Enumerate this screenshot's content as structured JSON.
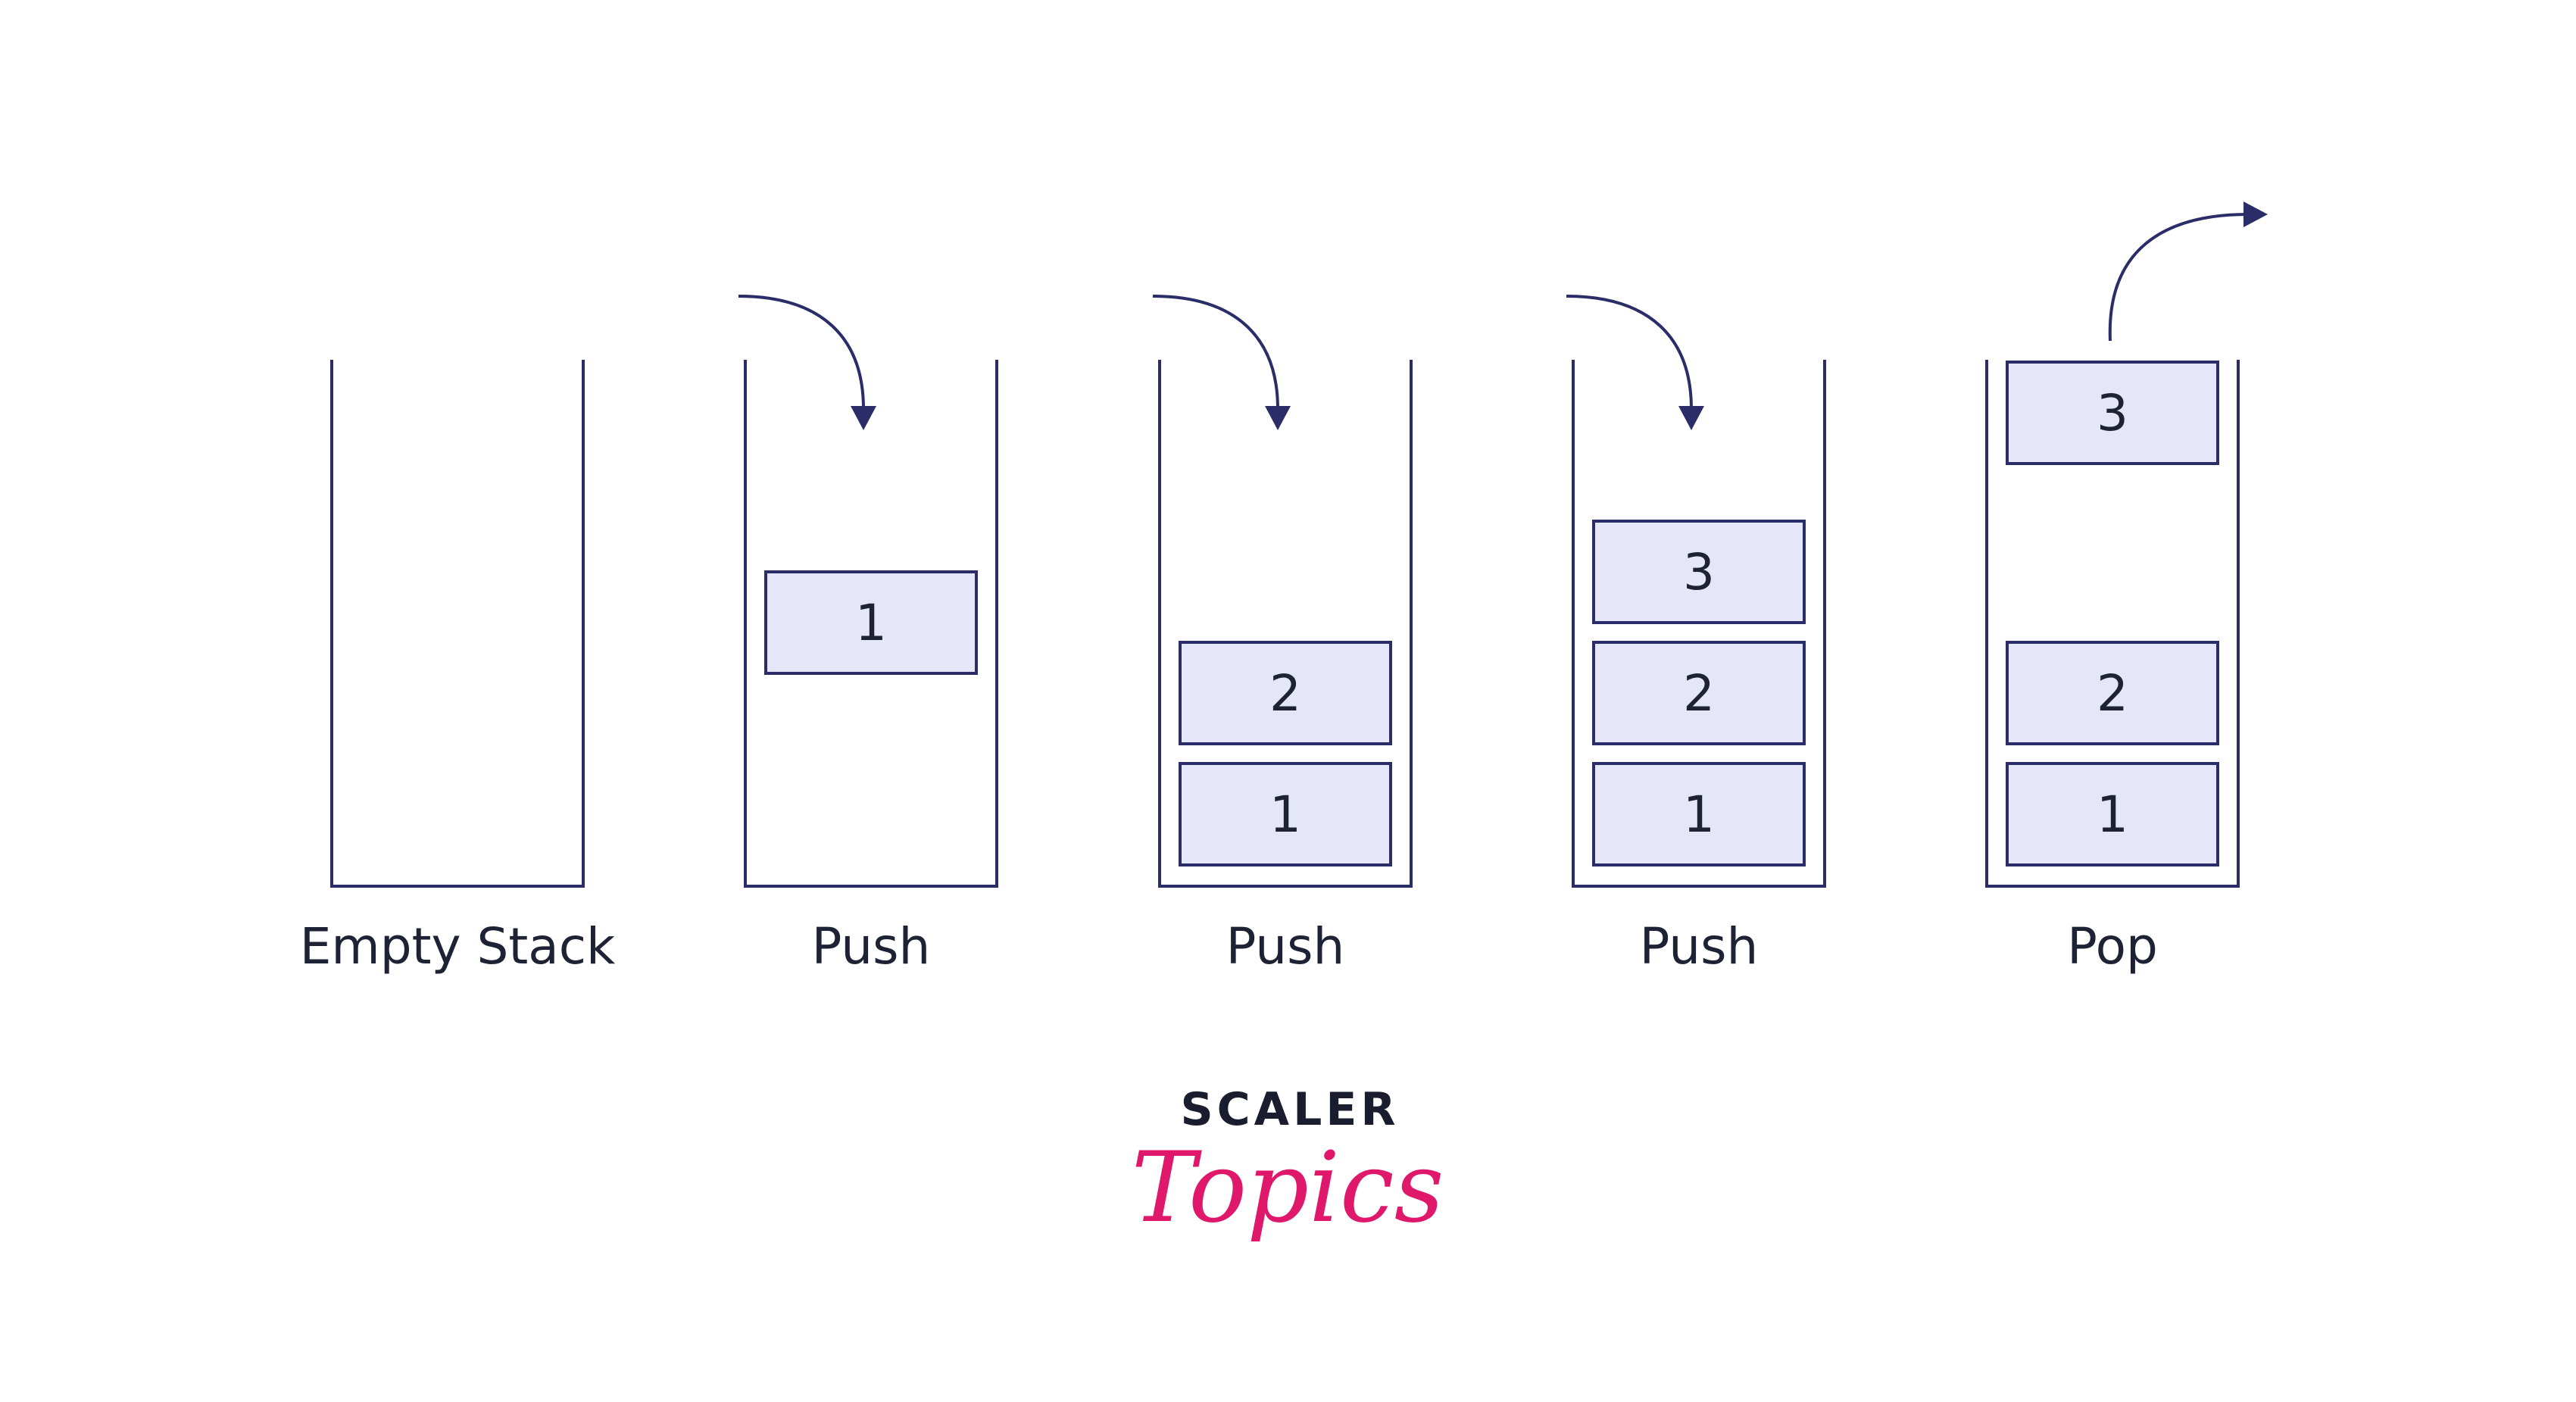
{
  "colors": {
    "background": "#ffffff",
    "container_stroke": "#2b2d68",
    "box_fill": "#e6e6fb",
    "box_stroke": "#2b2d68",
    "text": "#1e2235",
    "arrow": "#2b2d68",
    "brand_dark": "#1a1d2e",
    "brand_pink": "#e0186c"
  },
  "stacks": [
    {
      "caption": "Empty Stack",
      "items": [],
      "operation": null
    },
    {
      "caption": "Push",
      "items": [
        "1"
      ],
      "operation": "push",
      "arrow_icon": "push-arrow-icon"
    },
    {
      "caption": "Push",
      "items": [
        "1",
        "2"
      ],
      "operation": "push",
      "arrow_icon": "push-arrow-icon"
    },
    {
      "caption": "Push",
      "items": [
        "1",
        "2",
        "3"
      ],
      "operation": "push",
      "arrow_icon": "push-arrow-icon"
    },
    {
      "caption": "Pop",
      "items": [
        "1",
        "2"
      ],
      "popped": "3",
      "operation": "pop",
      "arrow_icon": "pop-arrow-icon"
    }
  ],
  "logo": {
    "line1": "SCALER",
    "line2": "Topics"
  }
}
